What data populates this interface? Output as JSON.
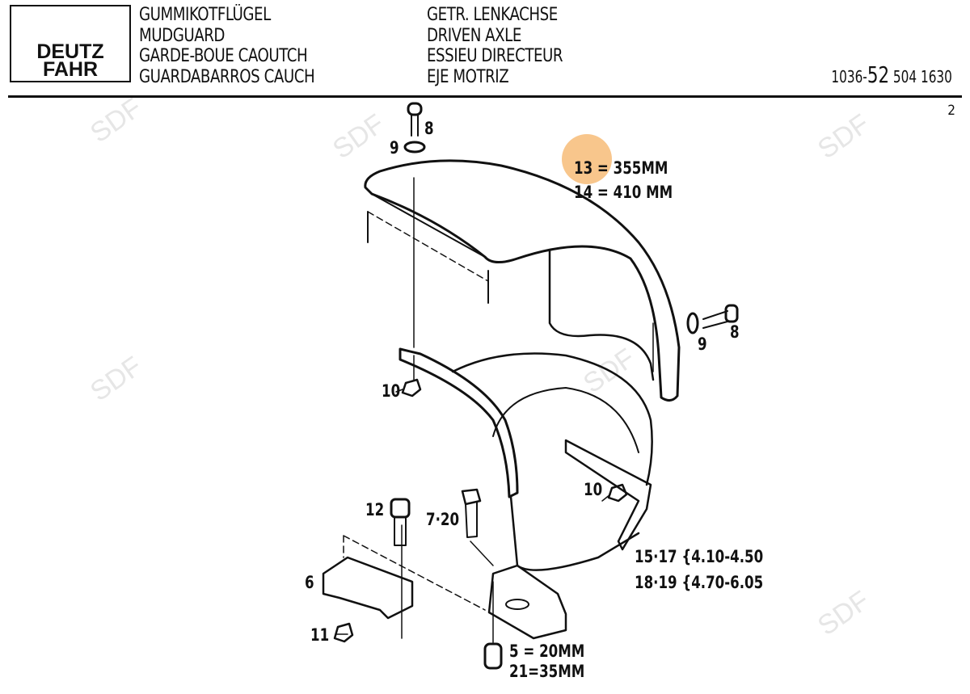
{
  "header": {
    "logo": [
      "DEUTZ",
      "FAHR"
    ],
    "part_names": [
      "GUMMIKOTFLÜGEL",
      "MUDGUARD",
      "GARDE-BOUE CAOUTCH",
      "GUARDABARROS CAUCH"
    ],
    "assembly_names": [
      "GETR. LENKACHSE",
      "DRIVEN AXLE",
      "ESSIEU DIRECTEUR",
      "EJE MOTRIZ"
    ],
    "reference_prefix": "1036-",
    "reference_big": "52",
    "reference_suffix": "504 1630",
    "page_number": "2"
  },
  "watermark": "SDF",
  "highlight_color": "#f6b366",
  "callouts": {
    "screw_top": "8",
    "washer_top": "9",
    "size_13": "13 = 355MM",
    "size_14": "14 = 410 MM",
    "washer_right": "9",
    "screw_right": "8",
    "nut_left": "10",
    "nut_right": "10",
    "bolt_12": "12",
    "bolt_7_20": "7·20",
    "range_15_17": "15·17 {4.10-4.50",
    "range_18_19": "18·19 {4.70-6.05",
    "bracket_6": "6",
    "nut_11": "11",
    "spacer_5": "5 = 20MM",
    "spacer_21": "21=35MM"
  }
}
